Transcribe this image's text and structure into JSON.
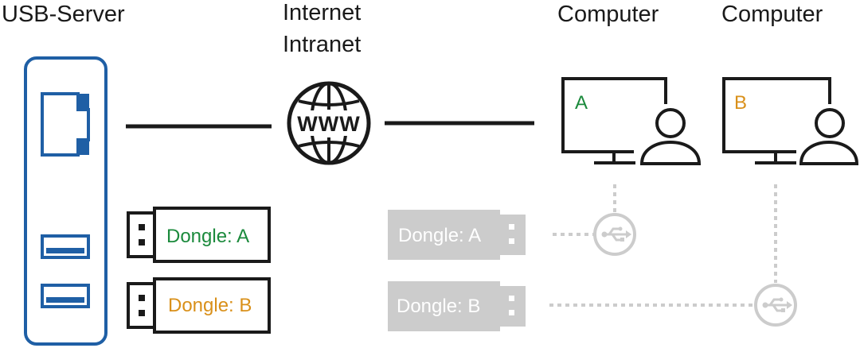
{
  "labels": {
    "server": "USB-Server",
    "network_line1": "Internet",
    "network_line2": "Intranet",
    "computer_a": "Computer",
    "computer_b": "Computer"
  },
  "globe_text": "WWW",
  "screen_letters": {
    "a": "A",
    "b": "B"
  },
  "dongles": {
    "a": "Dongle: A",
    "b": "Dongle: B",
    "virtual_a": "Dongle: A",
    "virtual_b": "Dongle: B"
  },
  "colors": {
    "server_blue": "#1f5fa5",
    "dongle_a_green": "#1b8a3c",
    "dongle_b_orange": "#d9901a",
    "line_dark": "#1a1a1a",
    "ghost_gray": "#cccccc"
  }
}
